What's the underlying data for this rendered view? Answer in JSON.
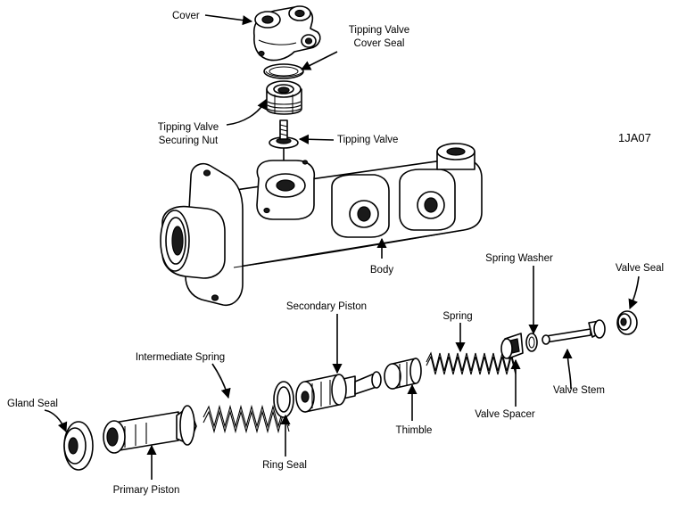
{
  "figure_id": "1JA07",
  "labels": {
    "cover": "Cover",
    "tipping_valve_cover_seal_1": "Tipping Valve",
    "tipping_valve_cover_seal_2": "Cover Seal",
    "tipping_valve_securing_nut_1": "Tipping Valve",
    "tipping_valve_securing_nut_2": "Securing Nut",
    "tipping_valve": "Tipping Valve",
    "body": "Body",
    "spring_washer": "Spring Washer",
    "valve_seal": "Valve Seal",
    "secondary_piston": "Secondary Piston",
    "spring": "Spring",
    "intermediate_spring": "Intermediate Spring",
    "gland_seal": "Gland Seal",
    "thimble": "Thimble",
    "valve_spacer": "Valve Spacer",
    "valve_stem": "Valve Stem",
    "ring_seal": "Ring Seal",
    "primary_piston": "Primary Piston"
  }
}
